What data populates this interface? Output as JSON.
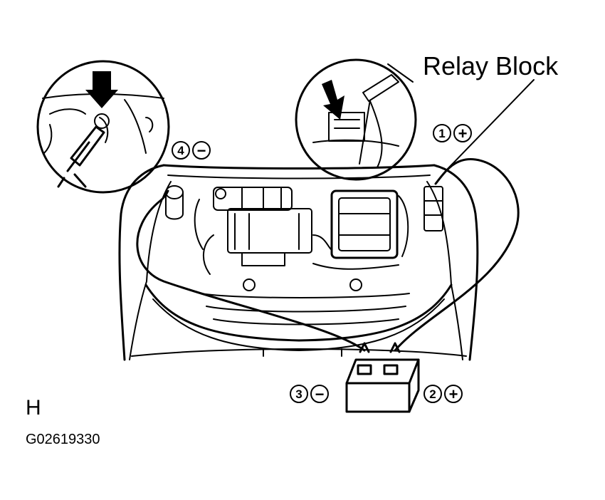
{
  "labels": {
    "relay_block": "Relay Block",
    "view_marker": "H",
    "figure_code": "G02619330"
  },
  "callouts": [
    {
      "number": "1",
      "sign": "+"
    },
    {
      "number": "2",
      "sign": "+"
    },
    {
      "number": "3",
      "sign": "−"
    },
    {
      "number": "4",
      "sign": "−"
    }
  ],
  "colors": {
    "ink": "#000000",
    "background": "#ffffff"
  },
  "icons": {
    "arrow": "down-arrow-icon",
    "clamp": "jumper-clamp-icon",
    "battery": "battery-icon"
  }
}
